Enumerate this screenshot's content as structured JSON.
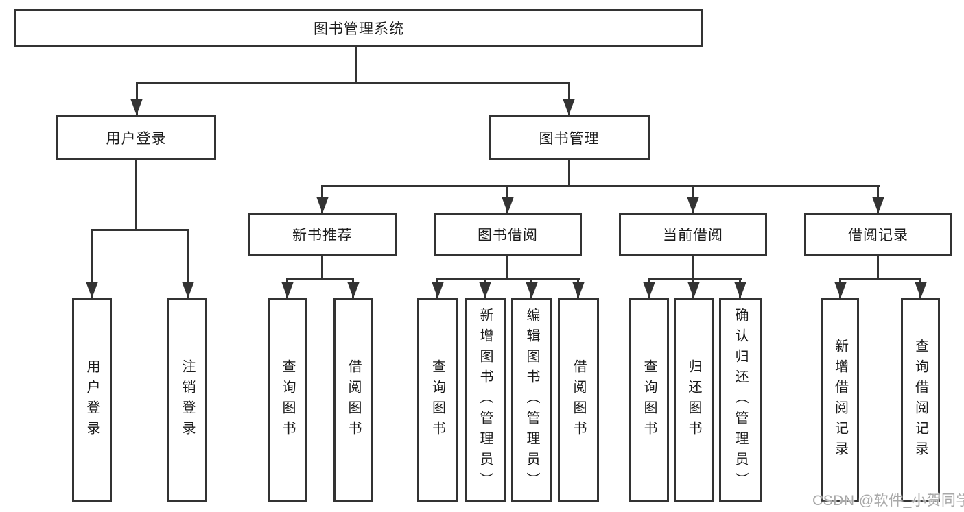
{
  "diagram": {
    "root": {
      "label": "图书管理系统"
    },
    "level2": {
      "user_login": {
        "label": "用户登录"
      },
      "book_mgmt": {
        "label": "图书管理"
      }
    },
    "level3": {
      "new_books": {
        "label": "新书推荐"
      },
      "book_borrow": {
        "label": "图书借阅"
      },
      "current_borrow": {
        "label": "当前借阅"
      },
      "borrow_records": {
        "label": "借阅记录"
      }
    },
    "leaves": {
      "user_login": {
        "login": "用户登录",
        "logout": "注销登录"
      },
      "new_books": {
        "query": "查询图书",
        "borrow": "借阅图书"
      },
      "book_borrow": {
        "query": "查询图书",
        "add": "新增图书（管理员）",
        "edit": "编辑图书（管理员）",
        "borrow": "借阅图书"
      },
      "current_borrow": {
        "query": "查询图书",
        "return": "归还图书",
        "confirm": "确认归还（管理员）"
      },
      "borrow_records": {
        "add": "新增借阅记录",
        "query": "查询借阅记录"
      }
    },
    "watermark": "CSDN @软件_小贺同学",
    "colors": {
      "line": "#333333",
      "box_border": "#333333",
      "box_fill": "#ffffff",
      "text": "#1b1b1b",
      "watermark_text": "#a8a8a8",
      "background": "#ffffff"
    }
  }
}
